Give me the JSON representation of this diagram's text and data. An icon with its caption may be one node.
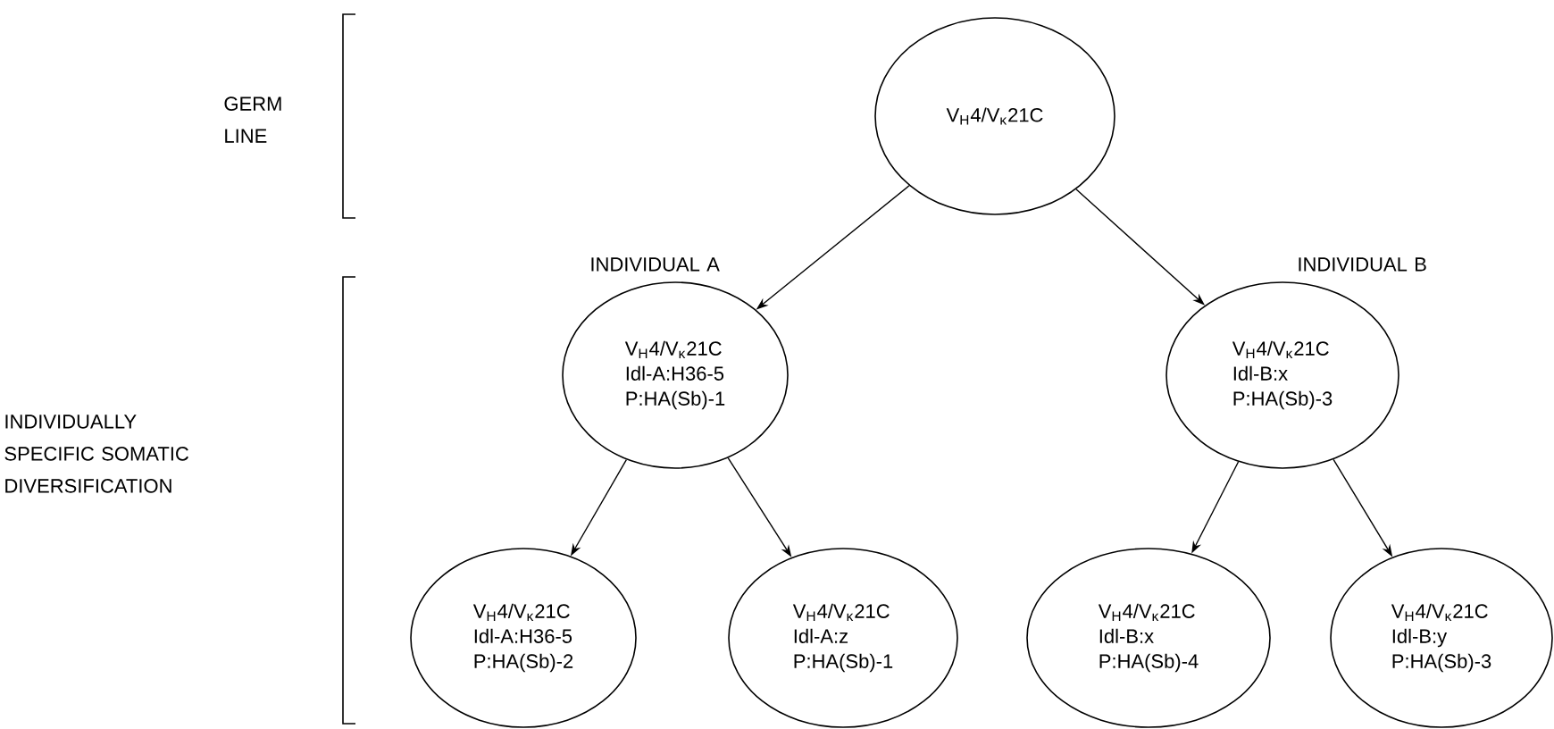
{
  "diagram": {
    "nodes": [
      {
        "text": [
          "V$_{H}$4/V$_{κ}$21C"
        ]
      },
      {
        "text": [
          "V$_{H}$4/V$_{κ}$21C",
          "Idl-A:H36-5",
          "P:HA(Sb)-1"
        ]
      },
      {
        "text": [
          "V$_{H}$4/V$_{κ}$21C",
          "Idl-B:x",
          "P:HA(Sb)-3"
        ]
      },
      {
        "text": [
          "V$_{H}$4/V$_{κ}$21C",
          "Idl-A:H36-5",
          "P:HA(Sb)-2"
        ]
      },
      {
        "text": [
          "V$_{H}$4/V$_{κ}$21C",
          "Idl-A:z",
          "P:HA(Sb)-1"
        ]
      },
      {
        "text": [
          "V$_{H}$4/V$_{κ}$21C",
          "Idl-B:x",
          "P:HA(Sb)-4"
        ]
      },
      {
        "text": [
          "V$_{H}$4/V$_{κ}$21C",
          "Idl-B:y",
          "P:HA(Sb)-3"
        ]
      }
    ],
    "edges": [
      {
        "from": 0,
        "to": 1,
        "arrow": "to"
      },
      {
        "from": 0,
        "to": 2,
        "arrow": "to"
      },
      {
        "from": 1,
        "to": 3,
        "arrow": "to"
      },
      {
        "from": 1,
        "to": 4,
        "arrow": "to"
      },
      {
        "from": 2,
        "to": 5,
        "arrow": "to"
      },
      {
        "from": 2,
        "to": 6,
        "arrow": "to"
      }
    ],
    "labels": [
      "GERM LINE",
      "INDIVIDUAL A",
      "INDIVIDUAL B",
      "INDIVIDUALLY SPECIFIC SOMATIC DIVERSIFICATION"
    ]
  }
}
